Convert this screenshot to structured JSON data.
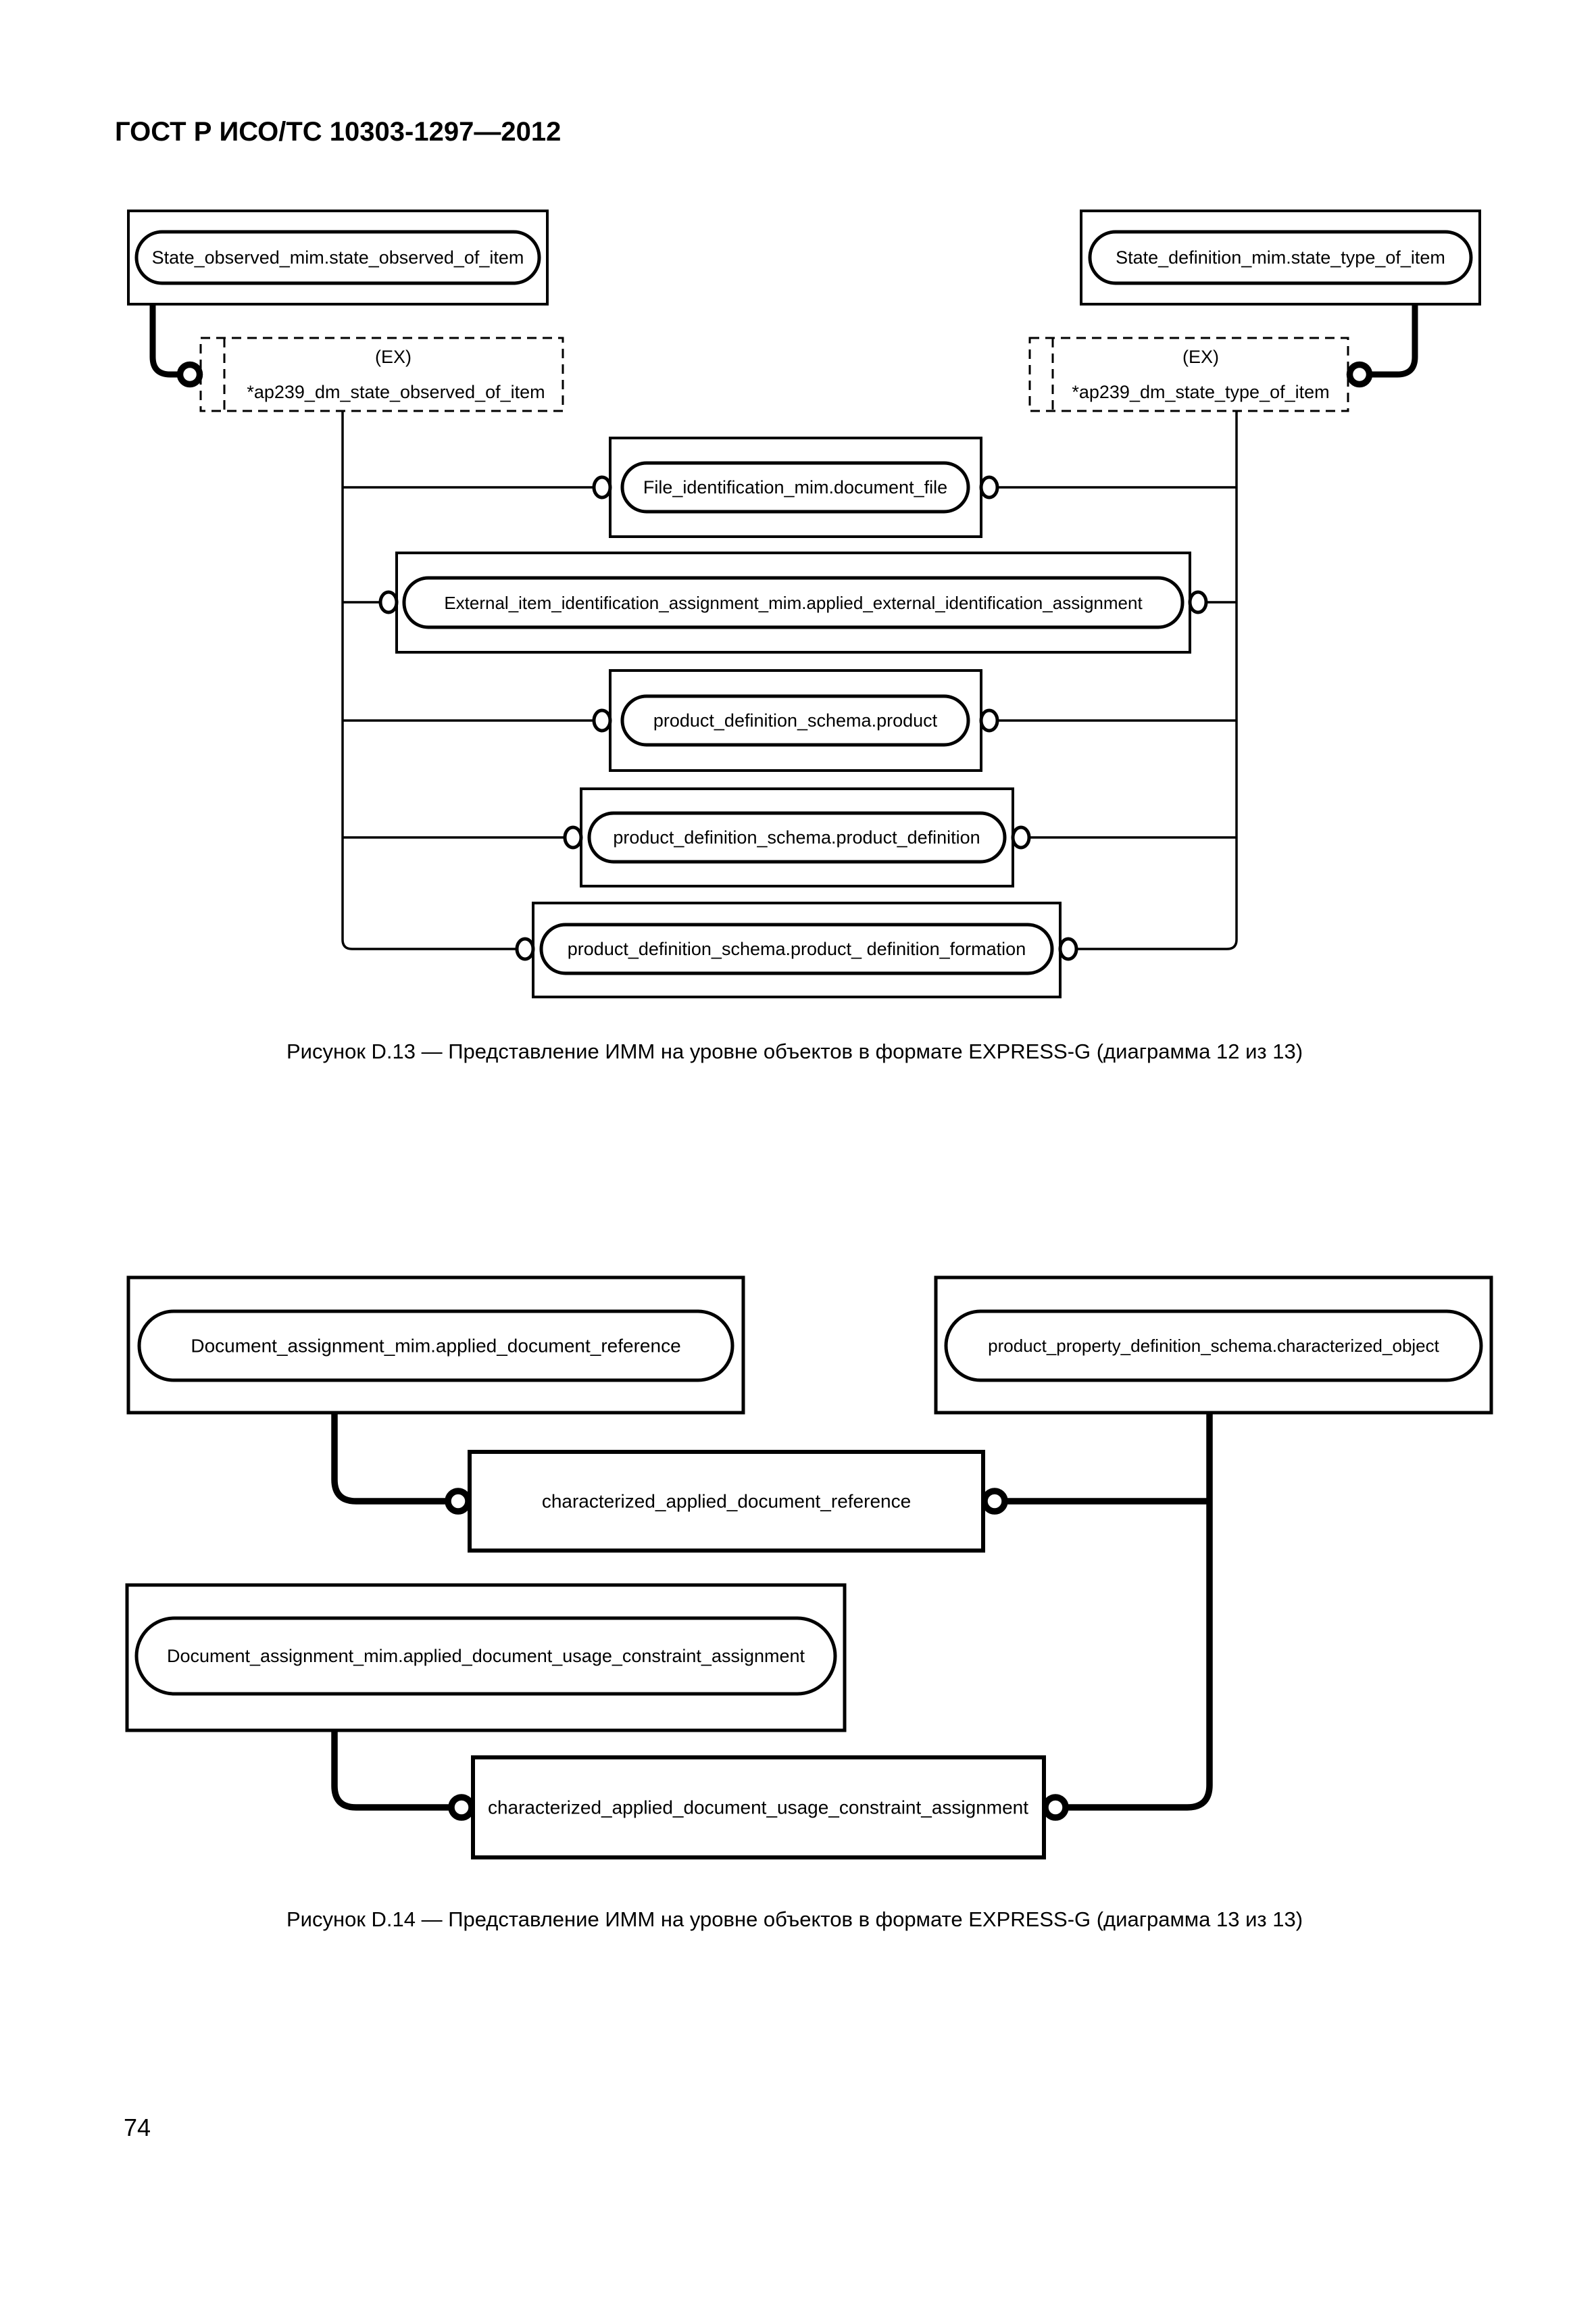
{
  "page": {
    "header_title": "ГОСТ Р ИСО/ТС 10303-1297—2012",
    "page_number": "74"
  },
  "colors": {
    "ink": "#000000",
    "paper": "#ffffff"
  },
  "figure_d13": {
    "caption": "Рисунок D.13 — Представление ИММ на уровне объектов в формате EXPRESS-G (диаграмма 12 из 13)",
    "entities": {
      "state_observed": "State_observed_mim.state_observed_of_item",
      "state_type": "State_definition_mim.state_type_of_item",
      "ex_tag": "(EX)",
      "ap239_state_observed": "*ap239_dm_state_observed_of_item",
      "ap239_state_type": "*ap239_dm_state_type_of_item",
      "document_file": "File_identification_mim.document_file",
      "applied_external_identification_assignment": "External_item_identification_assignment_mim.applied_external_identification_assignment",
      "product": "product_definition_schema.product",
      "product_definition": "product_definition_schema.product_definition",
      "product_definition_formation": "product_definition_schema.product_ definition_formation"
    }
  },
  "figure_d14": {
    "caption": "Рисунок D.14 — Представление ИММ на уровне объектов в формате EXPRESS-G (диаграмма 13 из 13)",
    "entities": {
      "applied_document_reference": "Document_assignment_mim.applied_document_reference",
      "characterized_object": "product_property_definition_schema.characterized_object",
      "characterized_applied_document_reference": "characterized_applied_document_reference",
      "applied_document_usage_constraint_assignment": "Document_assignment_mim.applied_document_usage_constraint_assignment",
      "characterized_applied_document_usage_constraint_assignment": "characterized_applied_document_usage_constraint_assignment"
    }
  }
}
